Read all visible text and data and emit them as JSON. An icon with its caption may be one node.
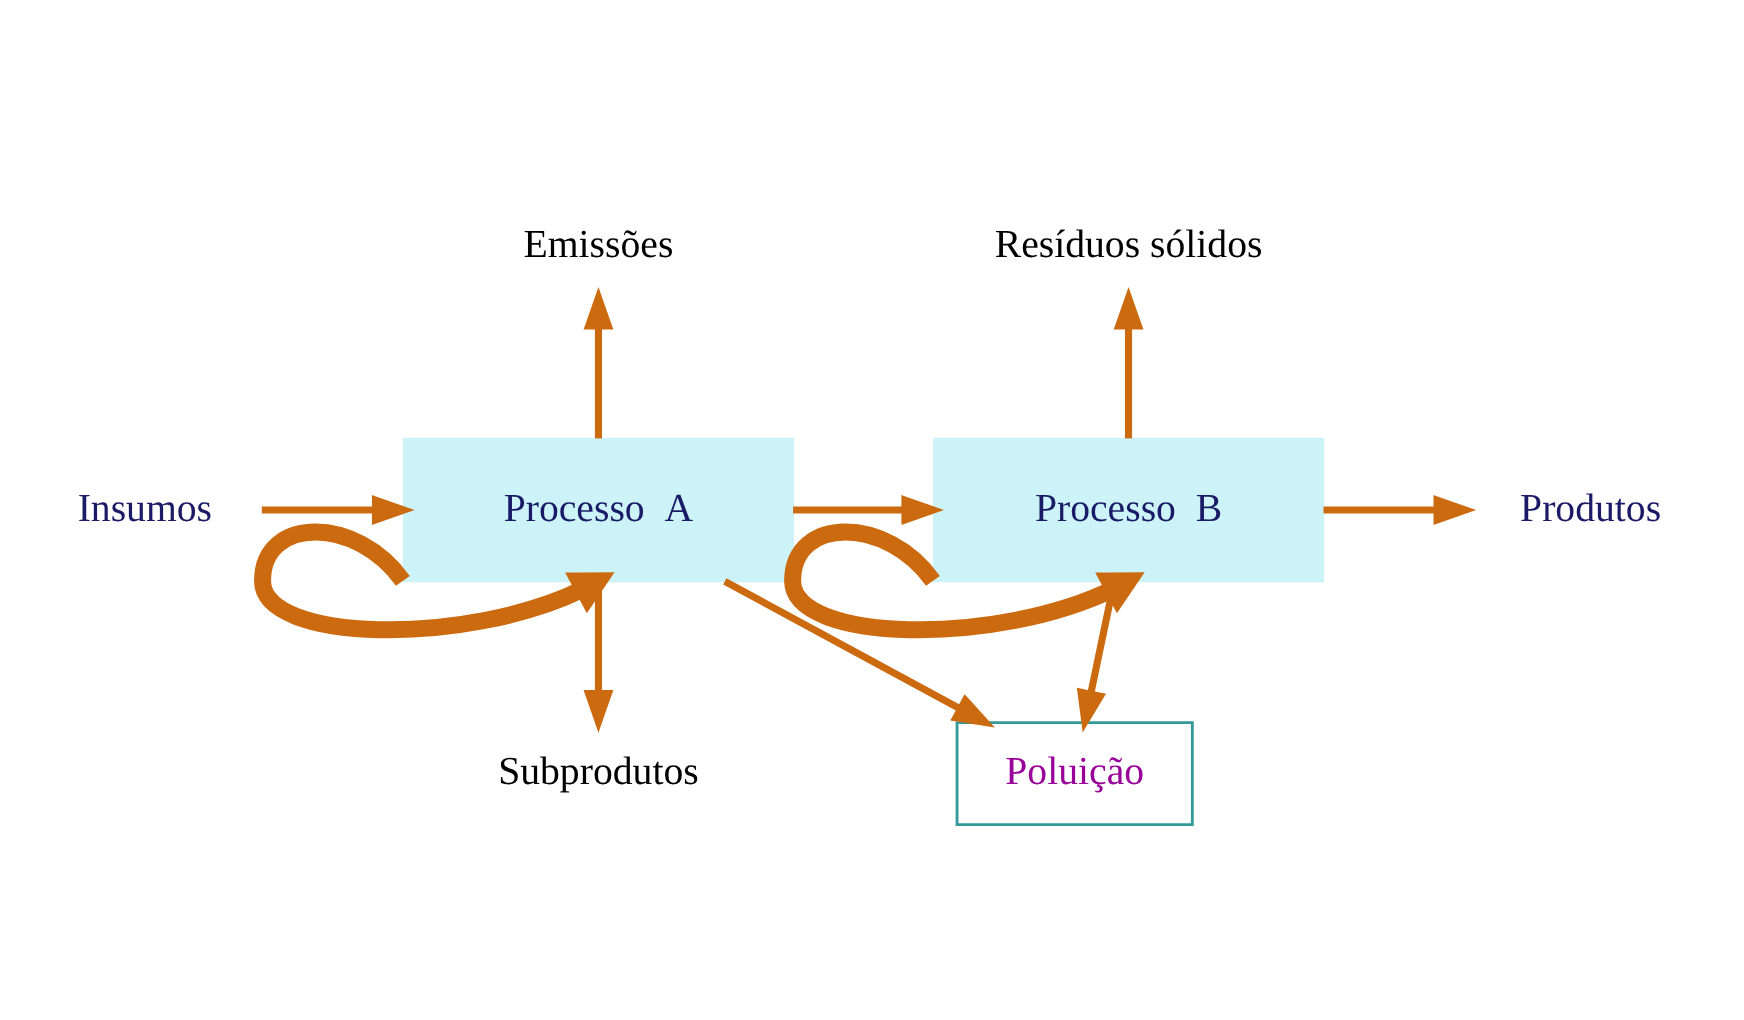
{
  "diagram": {
    "nodes": [
      {
        "text": [
          "Emissões"
        ]
      },
      {
        "text": [
          "Resíduos sólidos"
        ]
      },
      {
        "text": [
          "Insumos"
        ]
      },
      {
        "text": [
          "Processo  A"
        ]
      },
      {
        "text": [
          "Processo  B"
        ]
      },
      {
        "text": [
          "Produtos"
        ]
      },
      {
        "text": [
          "Subprodutos"
        ]
      },
      {
        "text": [
          "Poluição"
        ]
      }
    ],
    "edges": [
      {
        "from": 3,
        "to": 0,
        "arrow": "to"
      },
      {
        "from": 4,
        "to": 1,
        "arrow": "to"
      },
      {
        "from": 2,
        "to": 3,
        "arrow": "to"
      },
      {
        "from": 3,
        "to": 4,
        "arrow": "to"
      },
      {
        "from": 3,
        "to": 6,
        "arrow": "to"
      },
      {
        "from": 4,
        "to": 5,
        "arrow": "to"
      },
      {
        "from": 3,
        "to": 7,
        "arrow": "to"
      },
      {
        "from": 4,
        "to": 7,
        "arrow": "to"
      },
      {
        "from": 3,
        "to": 3,
        "arrow": "to",
        "style": "thick"
      },
      {
        "from": 4,
        "to": 4,
        "arrow": "to",
        "style": "thick"
      }
    ]
  }
}
